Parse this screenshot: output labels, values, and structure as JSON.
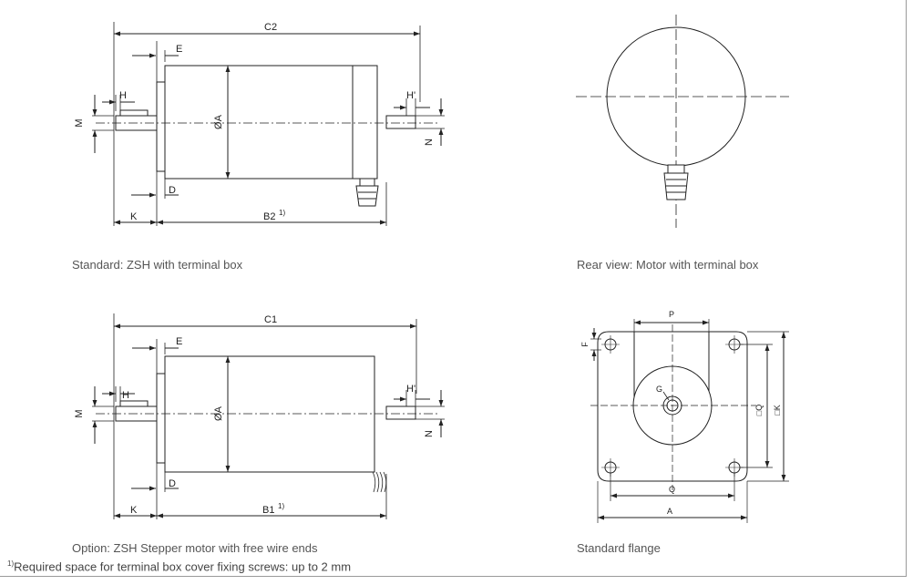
{
  "captions": {
    "standard": "Standard: ZSH with terminal box",
    "rear": "Rear view: Motor with terminal box",
    "option": "Option: ZSH Stepper motor with free wire ends",
    "flange": "Standard flange"
  },
  "footnote": {
    "marker": "1)",
    "text": "Required space for terminal box cover fixing screws: up to 2 mm"
  },
  "labels": {
    "c2": "C2",
    "c1": "C1",
    "e": "E",
    "h": "H",
    "h_rear": "H'",
    "m": "M",
    "n": "N",
    "dia_a": "ØA",
    "d": "D",
    "k": "K",
    "b2": "B2",
    "b1": "B1",
    "sup": "1)",
    "p": "P",
    "f": "F",
    "g": "G",
    "q": "Q",
    "sq_q": "□Q",
    "sq_k": "□K",
    "a": "A"
  }
}
